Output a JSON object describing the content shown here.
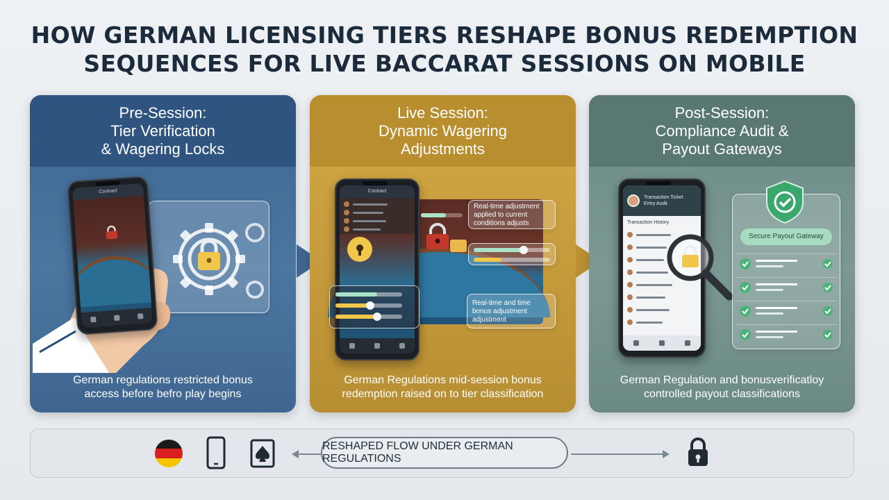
{
  "title_line1": "HOW GERMAN LICENSING TIERS RESHAPE BONUS REDEMPTION",
  "title_line2": "SEQUENCES FOR LIVE BACCARAT SESSIONS ON MOBILE",
  "panels": [
    {
      "line1": "Pre-Session:",
      "line2": "Tier Verification",
      "line3": "& Wagering Locks",
      "phone_header": "Contract",
      "desc1": "German regulations restricted bonus",
      "desc2": "access before befro play begins",
      "color": "#3d6792"
    },
    {
      "line1": "Live Session:",
      "line2": "Dynamic Wagering",
      "line3": "Adjustments",
      "phone_header": "Contract",
      "note_top1": "Real-time adjustment",
      "note_top2": "applied to current",
      "note_top3": "conditions adjusts",
      "note_bottom1": "Real-time and time",
      "note_bottom2": "bonus adjustment",
      "note_bottom3": "adjustment",
      "desc1": "German Regulations mid-session bonus",
      "desc2": "redemption raised on to tier classification",
      "color": "#c99e3d"
    },
    {
      "line1": "Post-Session:",
      "line2": "Compliance Audit &",
      "line3": "Payout Gateways",
      "profile_line1": "Transaction Ticket",
      "profile_line2": "Entry Audit",
      "list_title": "Transaction History",
      "gateway_label": "Secure Payout Gateway",
      "desc1": "German Regulation and bonusverificatloy",
      "desc2": "controlled payout classifications",
      "color": "#6f8d88"
    }
  ],
  "flow_label": "RESHAPED FLOW UNDER GERMAN REGULATIONS",
  "icons": [
    "germany-flag-icon",
    "mobile-phone-icon",
    "spade-card-icon",
    "padlock-icon"
  ],
  "colors": {
    "accent_gold": "#f0c64b",
    "shield_green": "#3aa76d",
    "check_green": "#4cb27a",
    "dark_text": "#1b2b3b"
  }
}
